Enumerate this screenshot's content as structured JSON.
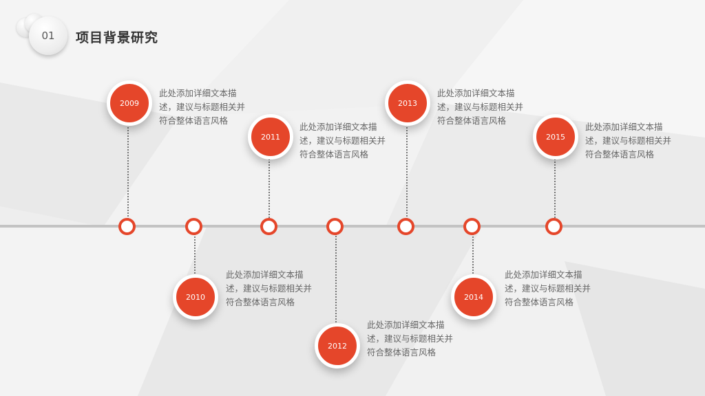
{
  "header": {
    "badge_number": "01",
    "title": "项目背景研究"
  },
  "accent_color": "#e5462a",
  "timeline": [
    {
      "year": "2009",
      "description": "此处添加详细文本描述，建议与标题相关并符合整体语言风格"
    },
    {
      "year": "2010",
      "description": "此处添加详细文本描述，建议与标题相关并符合整体语言风格"
    },
    {
      "year": "2011",
      "description": "此处添加详细文本描述，建议与标题相关并符合整体语言风格"
    },
    {
      "year": "2012",
      "description": "此处添加详细文本描述，建议与标题相关并符合整体语言风格"
    },
    {
      "year": "2013",
      "description": "此处添加详细文本描述，建议与标题相关并符合整体语言风格"
    },
    {
      "year": "2014",
      "description": "此处添加详细文本描述，建议与标题相关并符合整体语言风格"
    },
    {
      "year": "2015",
      "description": "此处添加详细文本描述，建议与标题相关并符合整体语言风格"
    }
  ]
}
